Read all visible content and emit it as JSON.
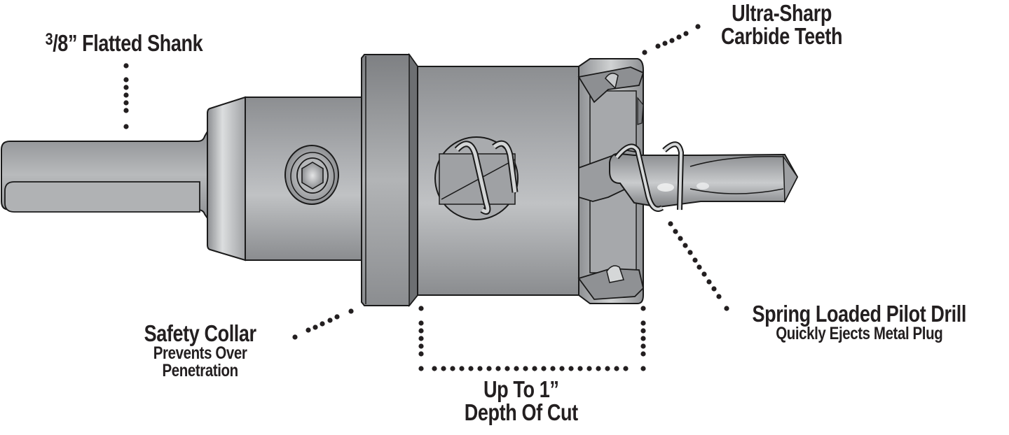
{
  "diagram": {
    "subject": "Carbide-tipped hole cutter",
    "colors": {
      "background": "#ffffff",
      "text": "#231f20",
      "metal_dark": "#6e7073",
      "metal_mid": "#9a9c9f",
      "metal_light": "#c4c6c8",
      "outline": "#1a1a1a",
      "leader_dots": "#231f20"
    },
    "labels": {
      "shank": {
        "prefix": "3",
        "main": "/8” Flatted Shank"
      },
      "teeth": {
        "line1": "Ultra-Sharp",
        "line2": "Carbide Teeth"
      },
      "collar": {
        "main": "Safety Collar",
        "sub1": "Prevents Over",
        "sub2": "Penetration"
      },
      "depth": {
        "line1": "Up To 1”",
        "line2": "Depth Of Cut"
      },
      "pilot": {
        "main": "Spring Loaded Pilot Drill",
        "sub": "Quickly Ejects Metal Plug"
      }
    },
    "parts": [
      "flatted-shank",
      "arbor-body",
      "set-screw",
      "safety-collar",
      "cutter-body",
      "spring-window",
      "carbide-teeth",
      "pilot-spring",
      "pilot-drill"
    ]
  }
}
